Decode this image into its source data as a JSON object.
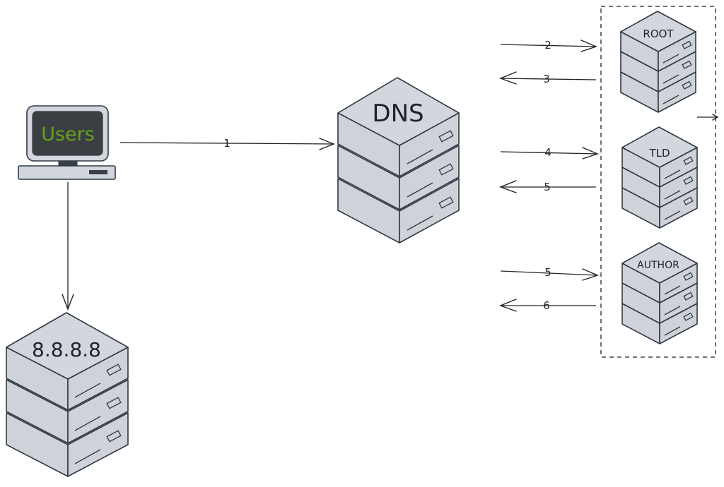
{
  "diagram": {
    "nodes": {
      "users": {
        "label": "Users",
        "label_color": "#64a21a"
      },
      "dns": {
        "label": "DNS"
      },
      "google_dns": {
        "label": "8.8.8.8"
      },
      "root": {
        "label": "ROOT"
      },
      "tld": {
        "label": "TLD"
      },
      "author": {
        "label": "AUTHOR"
      }
    },
    "edges": [
      {
        "from": "users",
        "to": "dns",
        "label": "1"
      },
      {
        "from": "dns",
        "to": "root",
        "label": "2"
      },
      {
        "from": "root",
        "to": "dns",
        "label": "3"
      },
      {
        "from": "dns",
        "to": "tld",
        "label": "4"
      },
      {
        "from": "tld",
        "to": "dns",
        "label": "5"
      },
      {
        "from": "dns",
        "to": "author",
        "label": "5"
      },
      {
        "from": "author",
        "to": "dns",
        "label": "6"
      },
      {
        "from": "users",
        "to": "google_dns",
        "label": ""
      }
    ],
    "colors": {
      "server_fill": "#d3d6dc",
      "outline": "#2f3a44",
      "monitor_screen": "#3b3f44"
    }
  }
}
